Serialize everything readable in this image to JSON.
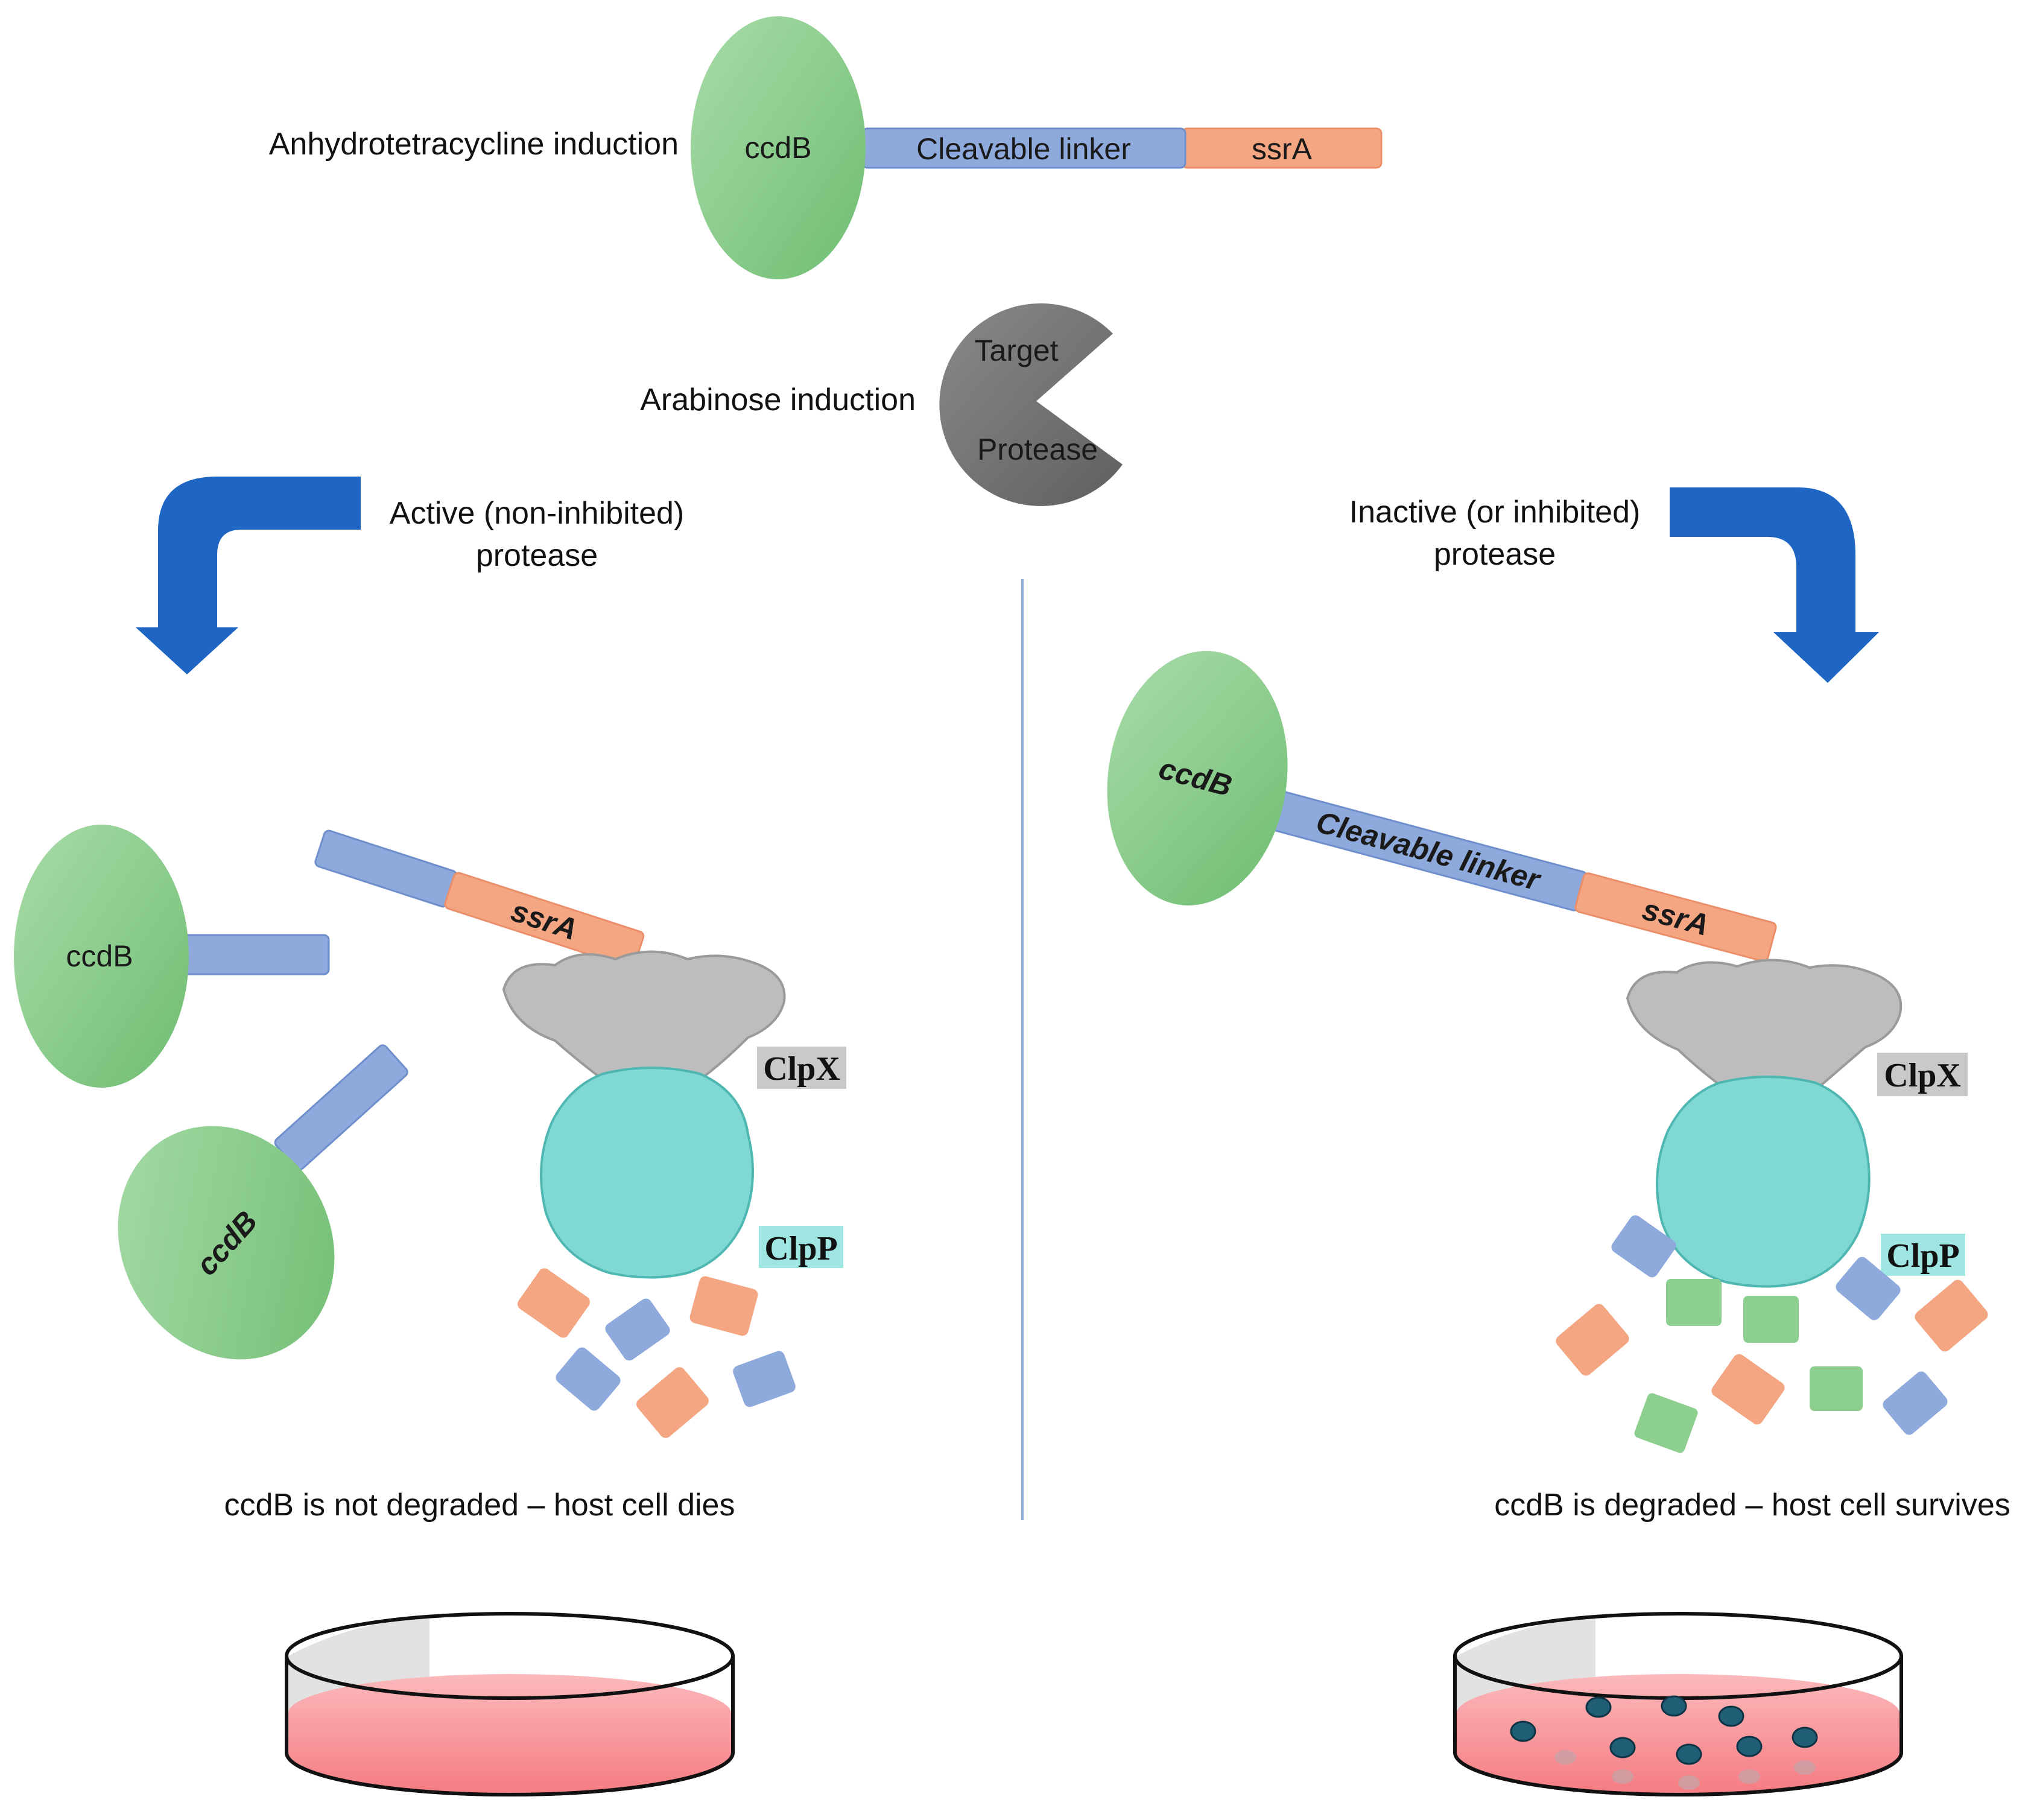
{
  "labels": {
    "atc_induction": "Anhydrotetracycline induction",
    "arabinose_induction": "Arabinose induction",
    "active_line1": "Active (non-inhibited)",
    "active_line2": "protease",
    "inactive_line1": "Inactive (or inhibited)",
    "inactive_line2": "protease",
    "left_result": "ccdB is not degraded – host cell dies",
    "right_result": "ccdB is degraded – host cell survives"
  },
  "construct": {
    "ccdB": "ccdB",
    "linker": "Cleavable linker",
    "ssrA": "ssrA"
  },
  "protease": {
    "line1": "Target",
    "line2": "Protease"
  },
  "complex": {
    "clpx": "ClpX",
    "clpp": "ClpP"
  },
  "colors": {
    "ccdB_green": "#7cc47f",
    "linker_blue": "#8ea9db",
    "ssrA_orange": "#f4a582",
    "protease_gray": "#7a7a7a",
    "arrow_blue": "#1f66c4",
    "clpx_gray": "#bdbdbd",
    "clpp_cyan": "#7fd8d4",
    "dish_medium": "#f58a8f",
    "colony": "#1f5e74"
  }
}
